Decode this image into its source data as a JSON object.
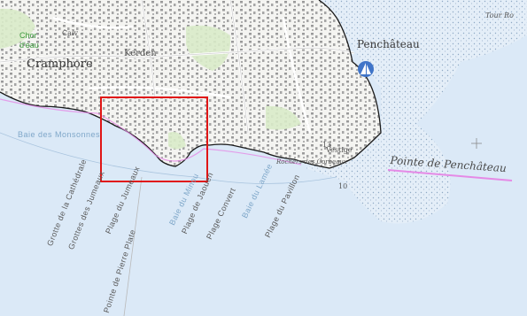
{
  "map": {
    "colors": {
      "sea": "#dbe9f7",
      "land": "#f4f4f1",
      "coast": "#1a1a1a",
      "highlight_box": "#e01515",
      "boundary": "#e58ae6",
      "green_space": "#d9ebc9",
      "buildings": "#9a9a9a"
    },
    "labels": {
      "cramphore": "Cramphore",
      "kerden": "Kerden",
      "penchateau": "Penchâteau",
      "tour_rouge": "Tour Ro",
      "pointe": "Pointe de Penchâteau",
      "vestige": "Vestige",
      "calv": "Calv",
      "chor": "Chor",
      "dem": "d'eau",
      "baie_monsonnes": "Baie des Monsonnes",
      "grotte_cathedrale": "Grotte de la Cathédrale",
      "grottes_jumeaux": "Grottes des Jumeaux",
      "plage_jumeaux": "Plage du Jumeaux",
      "pointe_pierre_plate": "Pointe de Pierre Plate",
      "baie_minou": "Baie du Minou",
      "plage_jaouen": "Plage de Jaouen",
      "plage_convert": "Plage Convert",
      "baie_lamee": "Baie du Lamée",
      "plage_pavillon": "Plage du Pavillon",
      "rochers_corbeaux": "Rochers des Corbeaux",
      "spot_13": "13",
      "spot_10": "10"
    },
    "icons": {
      "sailing": "sailboat-icon",
      "cross": "cross-marker-icon"
    }
  }
}
